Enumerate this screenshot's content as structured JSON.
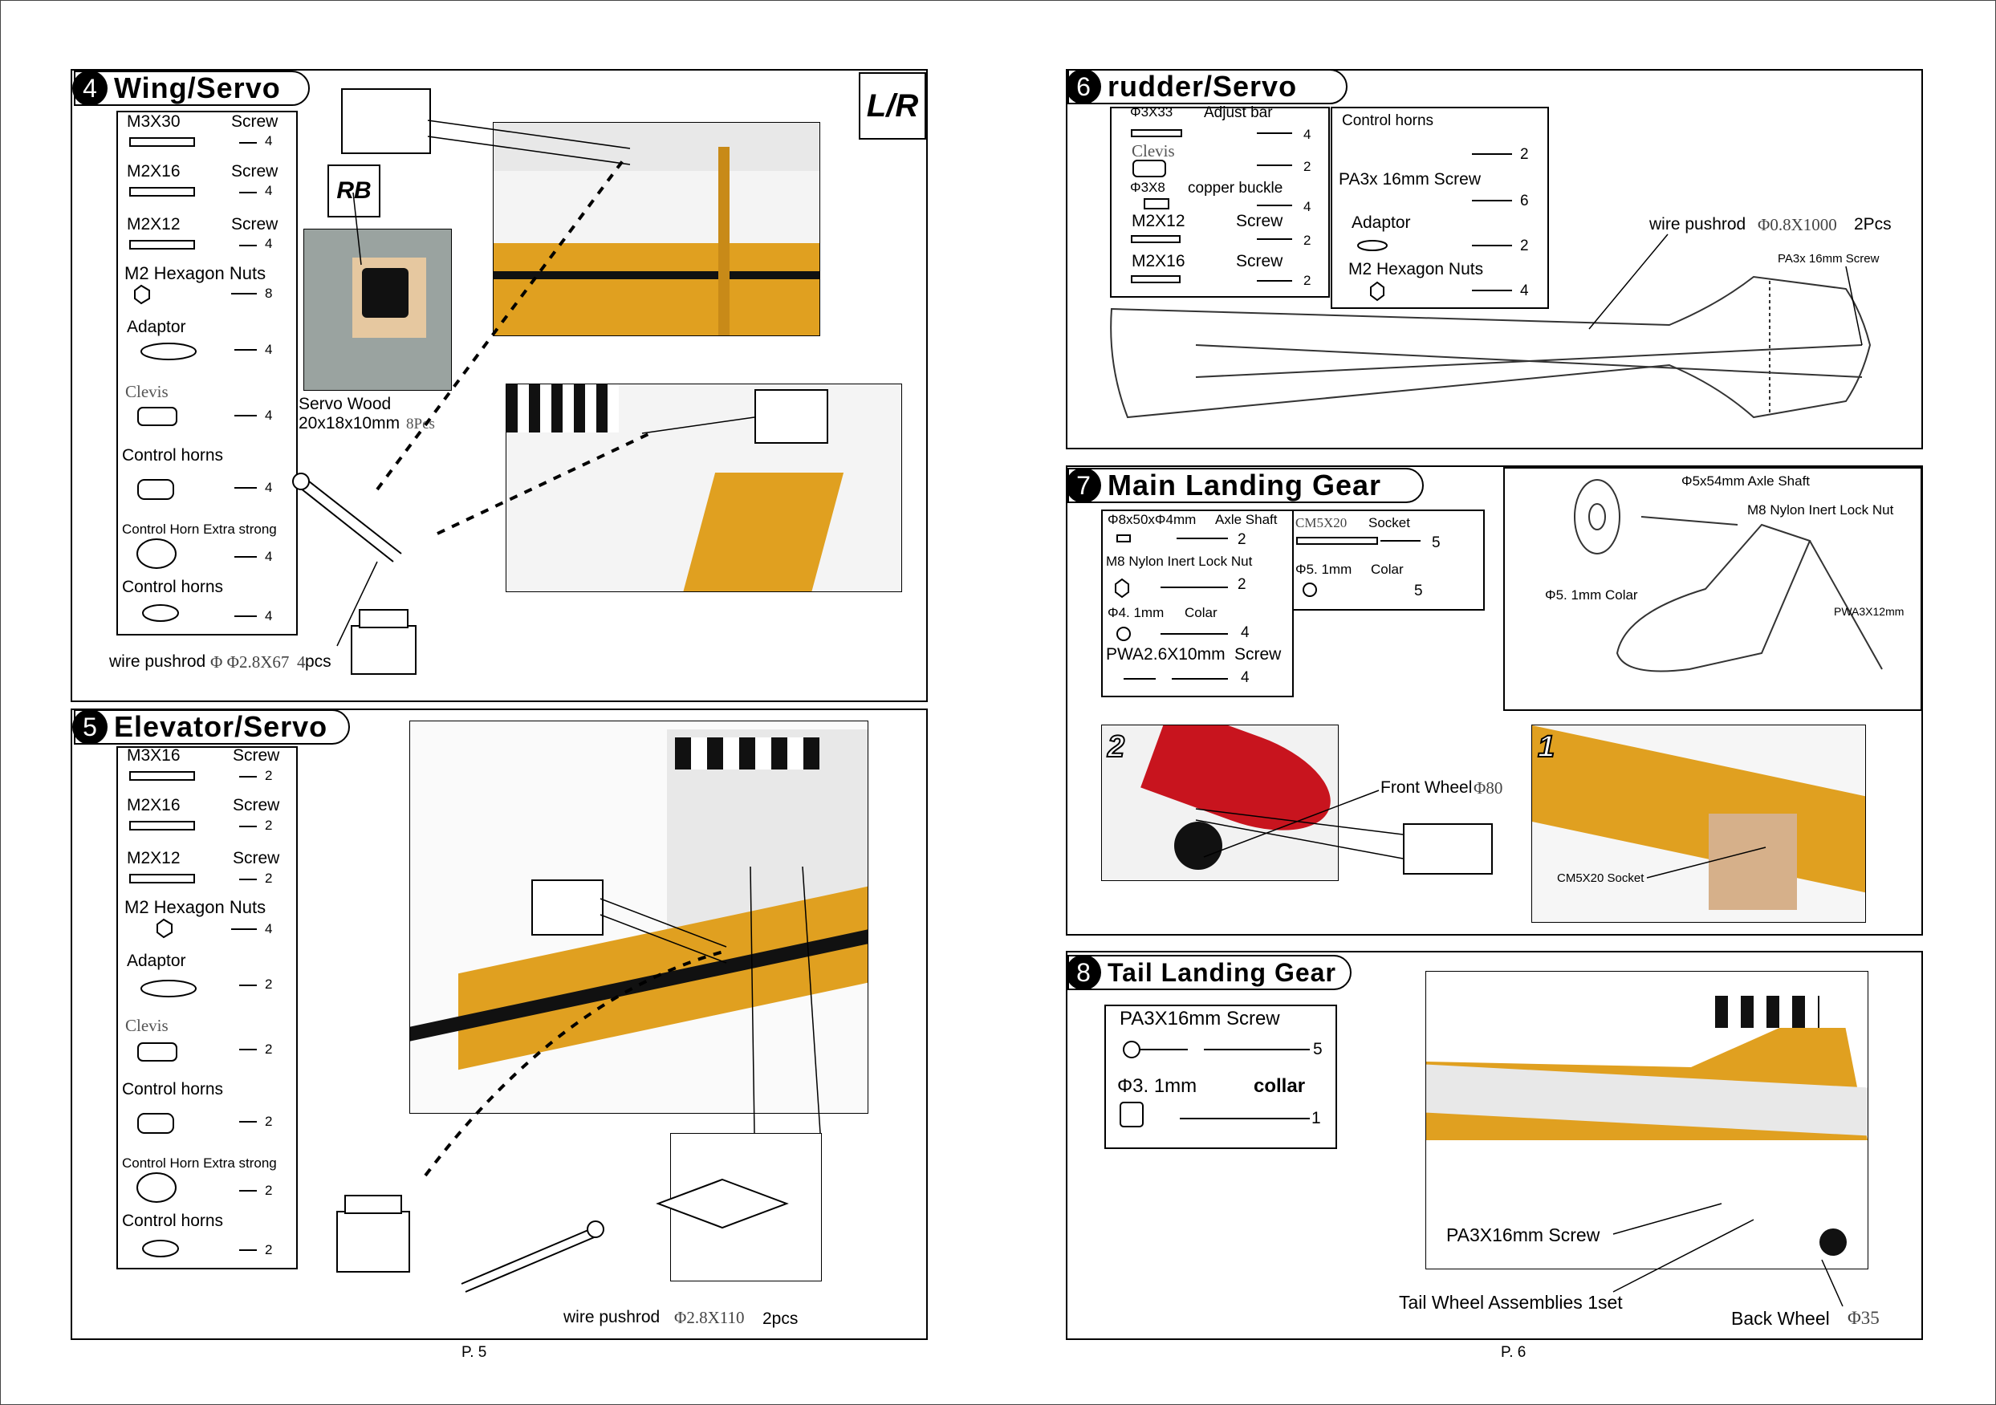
{
  "badges": {
    "lr": "L/R",
    "rb": "RB"
  },
  "s4": {
    "num": "4",
    "title": "Wing/Servo",
    "parts": [
      {
        "name": "M3X30",
        "kind": "Screw",
        "qty": "4"
      },
      {
        "name": "M2X16",
        "kind": "Screw",
        "qty": "4"
      },
      {
        "name": "M2X12",
        "kind": "Screw",
        "qty": "4"
      },
      {
        "name": "M2 Hexagon Nuts",
        "kind": "",
        "qty": "8"
      },
      {
        "name": "Adaptor",
        "kind": "",
        "qty": "4"
      },
      {
        "name": "Clevis",
        "kind": "",
        "qty": "4"
      },
      {
        "name": "Control horns",
        "kind": "",
        "qty": "4"
      },
      {
        "name": "Control Horn Extra strong",
        "kind": "",
        "qty": "4"
      },
      {
        "name": "Control horns",
        "kind": "",
        "qty": "4"
      }
    ],
    "servo_wood_1": "Servo Wood",
    "servo_wood_2": "20x18x10mm",
    "servo_wood_qty": "8Pcs",
    "pushrod_label": "wire pushrod",
    "pushrod_spec": "Φ Φ2.8X67",
    "pushrod_qty": "4",
    "pushrod_unit": "pcs"
  },
  "s5": {
    "num": "5",
    "title": "Elevator/Servo",
    "parts": [
      {
        "name": "M3X16",
        "kind": "Screw",
        "qty": "2"
      },
      {
        "name": "M2X16",
        "kind": "Screw",
        "qty": "2"
      },
      {
        "name": "M2X12",
        "kind": "Screw",
        "qty": "2"
      },
      {
        "name": "M2 Hexagon Nuts",
        "kind": "",
        "qty": "4"
      },
      {
        "name": "Adaptor",
        "kind": "",
        "qty": "2"
      },
      {
        "name": "Clevis",
        "kind": "",
        "qty": "2"
      },
      {
        "name": "Control horns",
        "kind": "",
        "qty": "2"
      },
      {
        "name": "Control Horn Extra strong",
        "kind": "",
        "qty": "2"
      },
      {
        "name": "Control horns",
        "kind": "",
        "qty": "2"
      }
    ],
    "pushrod_label": "wire pushrod",
    "pushrod_spec": "Φ2.8X110",
    "pushrod_qty": "2pcs"
  },
  "s6": {
    "num": "6",
    "title": "rudder/Servo",
    "left": [
      {
        "name": "Φ3X33",
        "kind": "Adjust bar",
        "qty": "4"
      },
      {
        "name": "Clevis",
        "kind": "",
        "qty": "2"
      },
      {
        "name": "Φ3X8",
        "kind": "copper buckle",
        "qty": "4"
      },
      {
        "name": "M2X12",
        "kind": "Screw",
        "qty": "2"
      },
      {
        "name": "M2X16",
        "kind": "Screw",
        "qty": "2"
      }
    ],
    "right": [
      {
        "name": "Control horns",
        "qty": "2"
      },
      {
        "name": "PA3x 16mm Screw",
        "qty": "6"
      },
      {
        "name": "Adaptor",
        "qty": "2"
      },
      {
        "name": "M2 Hexagon Nuts",
        "qty": "4"
      }
    ],
    "pushrod_label": "wire pushrod",
    "pushrod_spec": "Φ0.8X1000",
    "pushrod_qty": "2Pcs",
    "screw_callout": "PA3x 16mm Screw"
  },
  "s7": {
    "num": "7",
    "title": "Main Landing Gear",
    "a": [
      {
        "name": "Φ8x50xΦ4mm",
        "kind": "Axle Shaft",
        "qty": "2"
      },
      {
        "name": "M8 Nylon Inert Lock Nut",
        "kind": "",
        "qty": "2"
      },
      {
        "name": "Φ4. 1mm",
        "kind": "Colar",
        "qty": "4"
      },
      {
        "name": "PWA2.6X10mm",
        "kind": "Screw",
        "qty": "4"
      }
    ],
    "b": [
      {
        "name": "CM5X20",
        "kind": "Socket",
        "qty": "5"
      },
      {
        "name": "Φ5. 1mm",
        "kind": "Colar",
        "qty": "5"
      }
    ],
    "axle": "Φ5x54mm Axle Shaft",
    "locknut": "M8 Nylon Inert Lock Nut",
    "colar": "Φ5. 1mm Colar",
    "pwa": "PWA3X12mm",
    "front_wheel": "Front Wheel",
    "front_wheel_spec": "Φ80",
    "socket_callout": "CM5X20 Socket",
    "step_a": "2",
    "step_b": "1"
  },
  "s8": {
    "num": "8",
    "title": "Tail Landing Gear",
    "parts": [
      {
        "name": "PA3X16mm Screw",
        "kind": "",
        "qty": "5"
      },
      {
        "name": "Φ3. 1mm",
        "kind": "collar",
        "qty": "1"
      }
    ],
    "screw_callout": "PA3X16mm Screw",
    "assembly": "Tail Wheel Assemblies 1set",
    "back_wheel": "Back Wheel",
    "back_wheel_spec": "Φ35"
  },
  "footer": {
    "p5": "P. 5",
    "p6": "P. 6"
  },
  "colors": {
    "yellow": "#e0a020",
    "checker": "#111111",
    "wing_white": "#e8e8e8"
  }
}
